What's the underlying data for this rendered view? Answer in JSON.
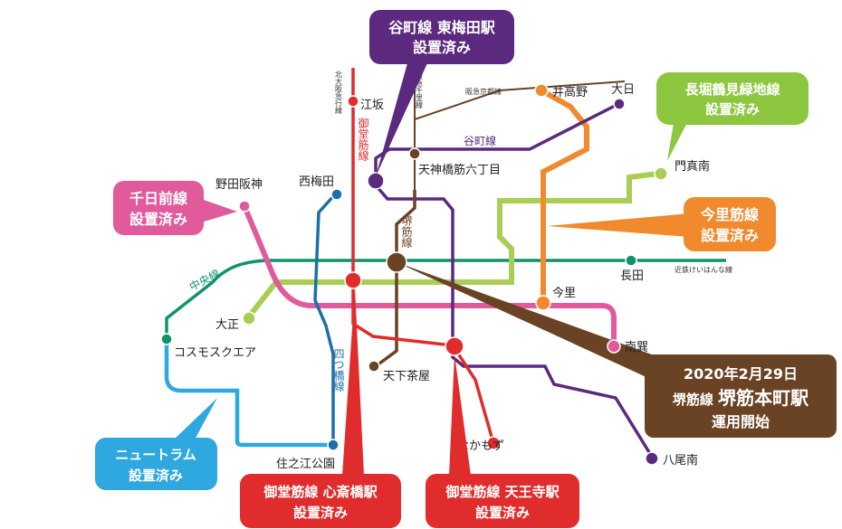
{
  "stations": {
    "esaka": "江坂",
    "nishiumeda": "西梅田",
    "nodahanshin": "野田阪神",
    "tenjinbashi": "天神橋筋六丁目",
    "iketakano": "井高野",
    "dainichi": "大日",
    "kadomaminami": "門真南",
    "nagata": "長田",
    "imazato": "今里",
    "minamitatsumi": "南巽",
    "taisho": "大正",
    "cosmosquare": "コスモスクエア",
    "tengachaya": "天下茶屋",
    "nakamozu": "なかもず",
    "yaominami": "八尾南",
    "suminoekoen": "住之江公園"
  },
  "lines": {
    "kita_osaka_kyuko": "北大阪急行線",
    "hankyu_senri": "阪急千里線",
    "hankyu_kyoto": "阪急京都線",
    "tanimachi": "谷町線",
    "midosuji": "御堂筋線",
    "sakaisuji": "堺筋線",
    "chuo": "中央線",
    "yotsubashi": "四つ橋線",
    "kintetsu_keihanna": "近鉄けいはんな線"
  },
  "callouts": {
    "tanimachi_umeda": {
      "line1": "谷町線 東梅田駅",
      "line2": "設置済み",
      "color": "#5b2a7f"
    },
    "nagahori": {
      "line1": "長堀鶴見緑地線",
      "line2": "設置済み",
      "color": "#8dc63f"
    },
    "sennichimae": {
      "line1": "千日前線",
      "line2": "設置済み",
      "color": "#e05a9c"
    },
    "imazatosuji": {
      "line1": "今里筋線",
      "line2": "設置済み",
      "color": "#f08a2c"
    },
    "newtram": {
      "line1": "ニュートラム",
      "line2": "設置済み",
      "color": "#2ea8df"
    },
    "sakaisuji_honmachi": {
      "line1": "2020年2月29日",
      "line2a": "堺筋線 ",
      "line2b": "堺筋本町駅",
      "line3": "運用開始",
      "color": "#6a4324"
    },
    "midosuji_shinsaibashi": {
      "line1": "御堂筋線 心斎橋駅",
      "line2": "設置済み",
      "color": "#e02c2c"
    },
    "midosuji_tennoji": {
      "line1": "御堂筋線 天王寺駅",
      "line2": "設置済み",
      "color": "#e02c2c"
    }
  },
  "colors": {
    "midosuji": "#e02c2c",
    "tanimachi": "#5b2a7f",
    "yotsubashi": "#1f6fa8",
    "chuo": "#11936a",
    "sennichimae": "#e05a9c",
    "sakaisuji": "#6a4324",
    "nagahori": "#a8cf53",
    "imazatosuji": "#f08a2c",
    "newtram": "#2ea8df"
  }
}
